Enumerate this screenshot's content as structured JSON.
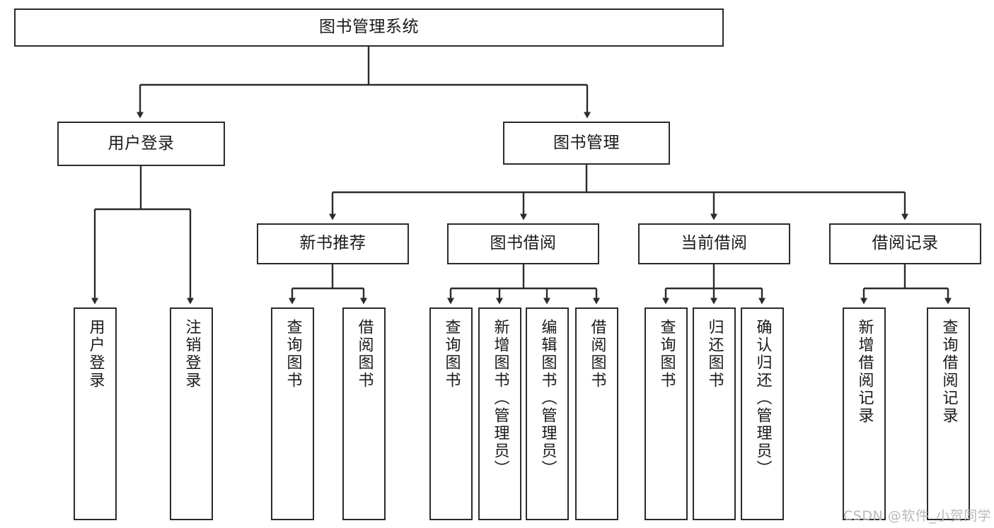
{
  "diagram": {
    "title": "图书管理系统",
    "type": "tree-hierarchy-chart",
    "root": {
      "id": "root",
      "label": "图书管理系统"
    },
    "level1": [
      {
        "id": "user-login",
        "label": "用户登录"
      },
      {
        "id": "book-mgmt",
        "label": "图书管理"
      }
    ],
    "level2": [
      {
        "id": "new-book-recommend",
        "label": "新书推荐",
        "parent": "book-mgmt"
      },
      {
        "id": "book-borrow",
        "label": "图书借阅",
        "parent": "book-mgmt"
      },
      {
        "id": "current-borrow",
        "label": "当前借阅",
        "parent": "book-mgmt"
      },
      {
        "id": "borrow-record",
        "label": "借阅记录",
        "parent": "book-mgmt"
      }
    ],
    "leaves": [
      {
        "id": "leaf-user-login",
        "label": "用户登录",
        "parent": "user-login"
      },
      {
        "id": "leaf-logout-login",
        "label": "注销登录",
        "parent": "user-login"
      },
      {
        "id": "leaf-query-book-1",
        "label": "查询图书",
        "parent": "new-book-recommend"
      },
      {
        "id": "leaf-borrow-book-1",
        "label": "借阅图书",
        "parent": "new-book-recommend"
      },
      {
        "id": "leaf-query-book-2",
        "label": "查询图书",
        "parent": "book-borrow"
      },
      {
        "id": "leaf-add-book",
        "label": "新增图书（管理员）",
        "parent": "book-borrow"
      },
      {
        "id": "leaf-edit-book",
        "label": "编辑图书（管理员）",
        "parent": "book-borrow"
      },
      {
        "id": "leaf-borrow-book-2",
        "label": "借阅图书",
        "parent": "book-borrow"
      },
      {
        "id": "leaf-query-book-3",
        "label": "查询图书",
        "parent": "current-borrow"
      },
      {
        "id": "leaf-return-book",
        "label": "归还图书",
        "parent": "current-borrow"
      },
      {
        "id": "leaf-confirm-return",
        "label": "确认归还（管理员）",
        "parent": "current-borrow"
      },
      {
        "id": "leaf-add-record",
        "label": "新增借阅记录",
        "parent": "borrow-record"
      },
      {
        "id": "leaf-query-record",
        "label": "查询借阅记录",
        "parent": "borrow-record"
      }
    ]
  },
  "watermark": {
    "text": "CSDN @软件_小贺同学"
  },
  "colors": {
    "stroke": "#2b2b2b",
    "fill": "#ffffff",
    "text": "#1a1a1a",
    "watermark": "#b9b9b9"
  }
}
